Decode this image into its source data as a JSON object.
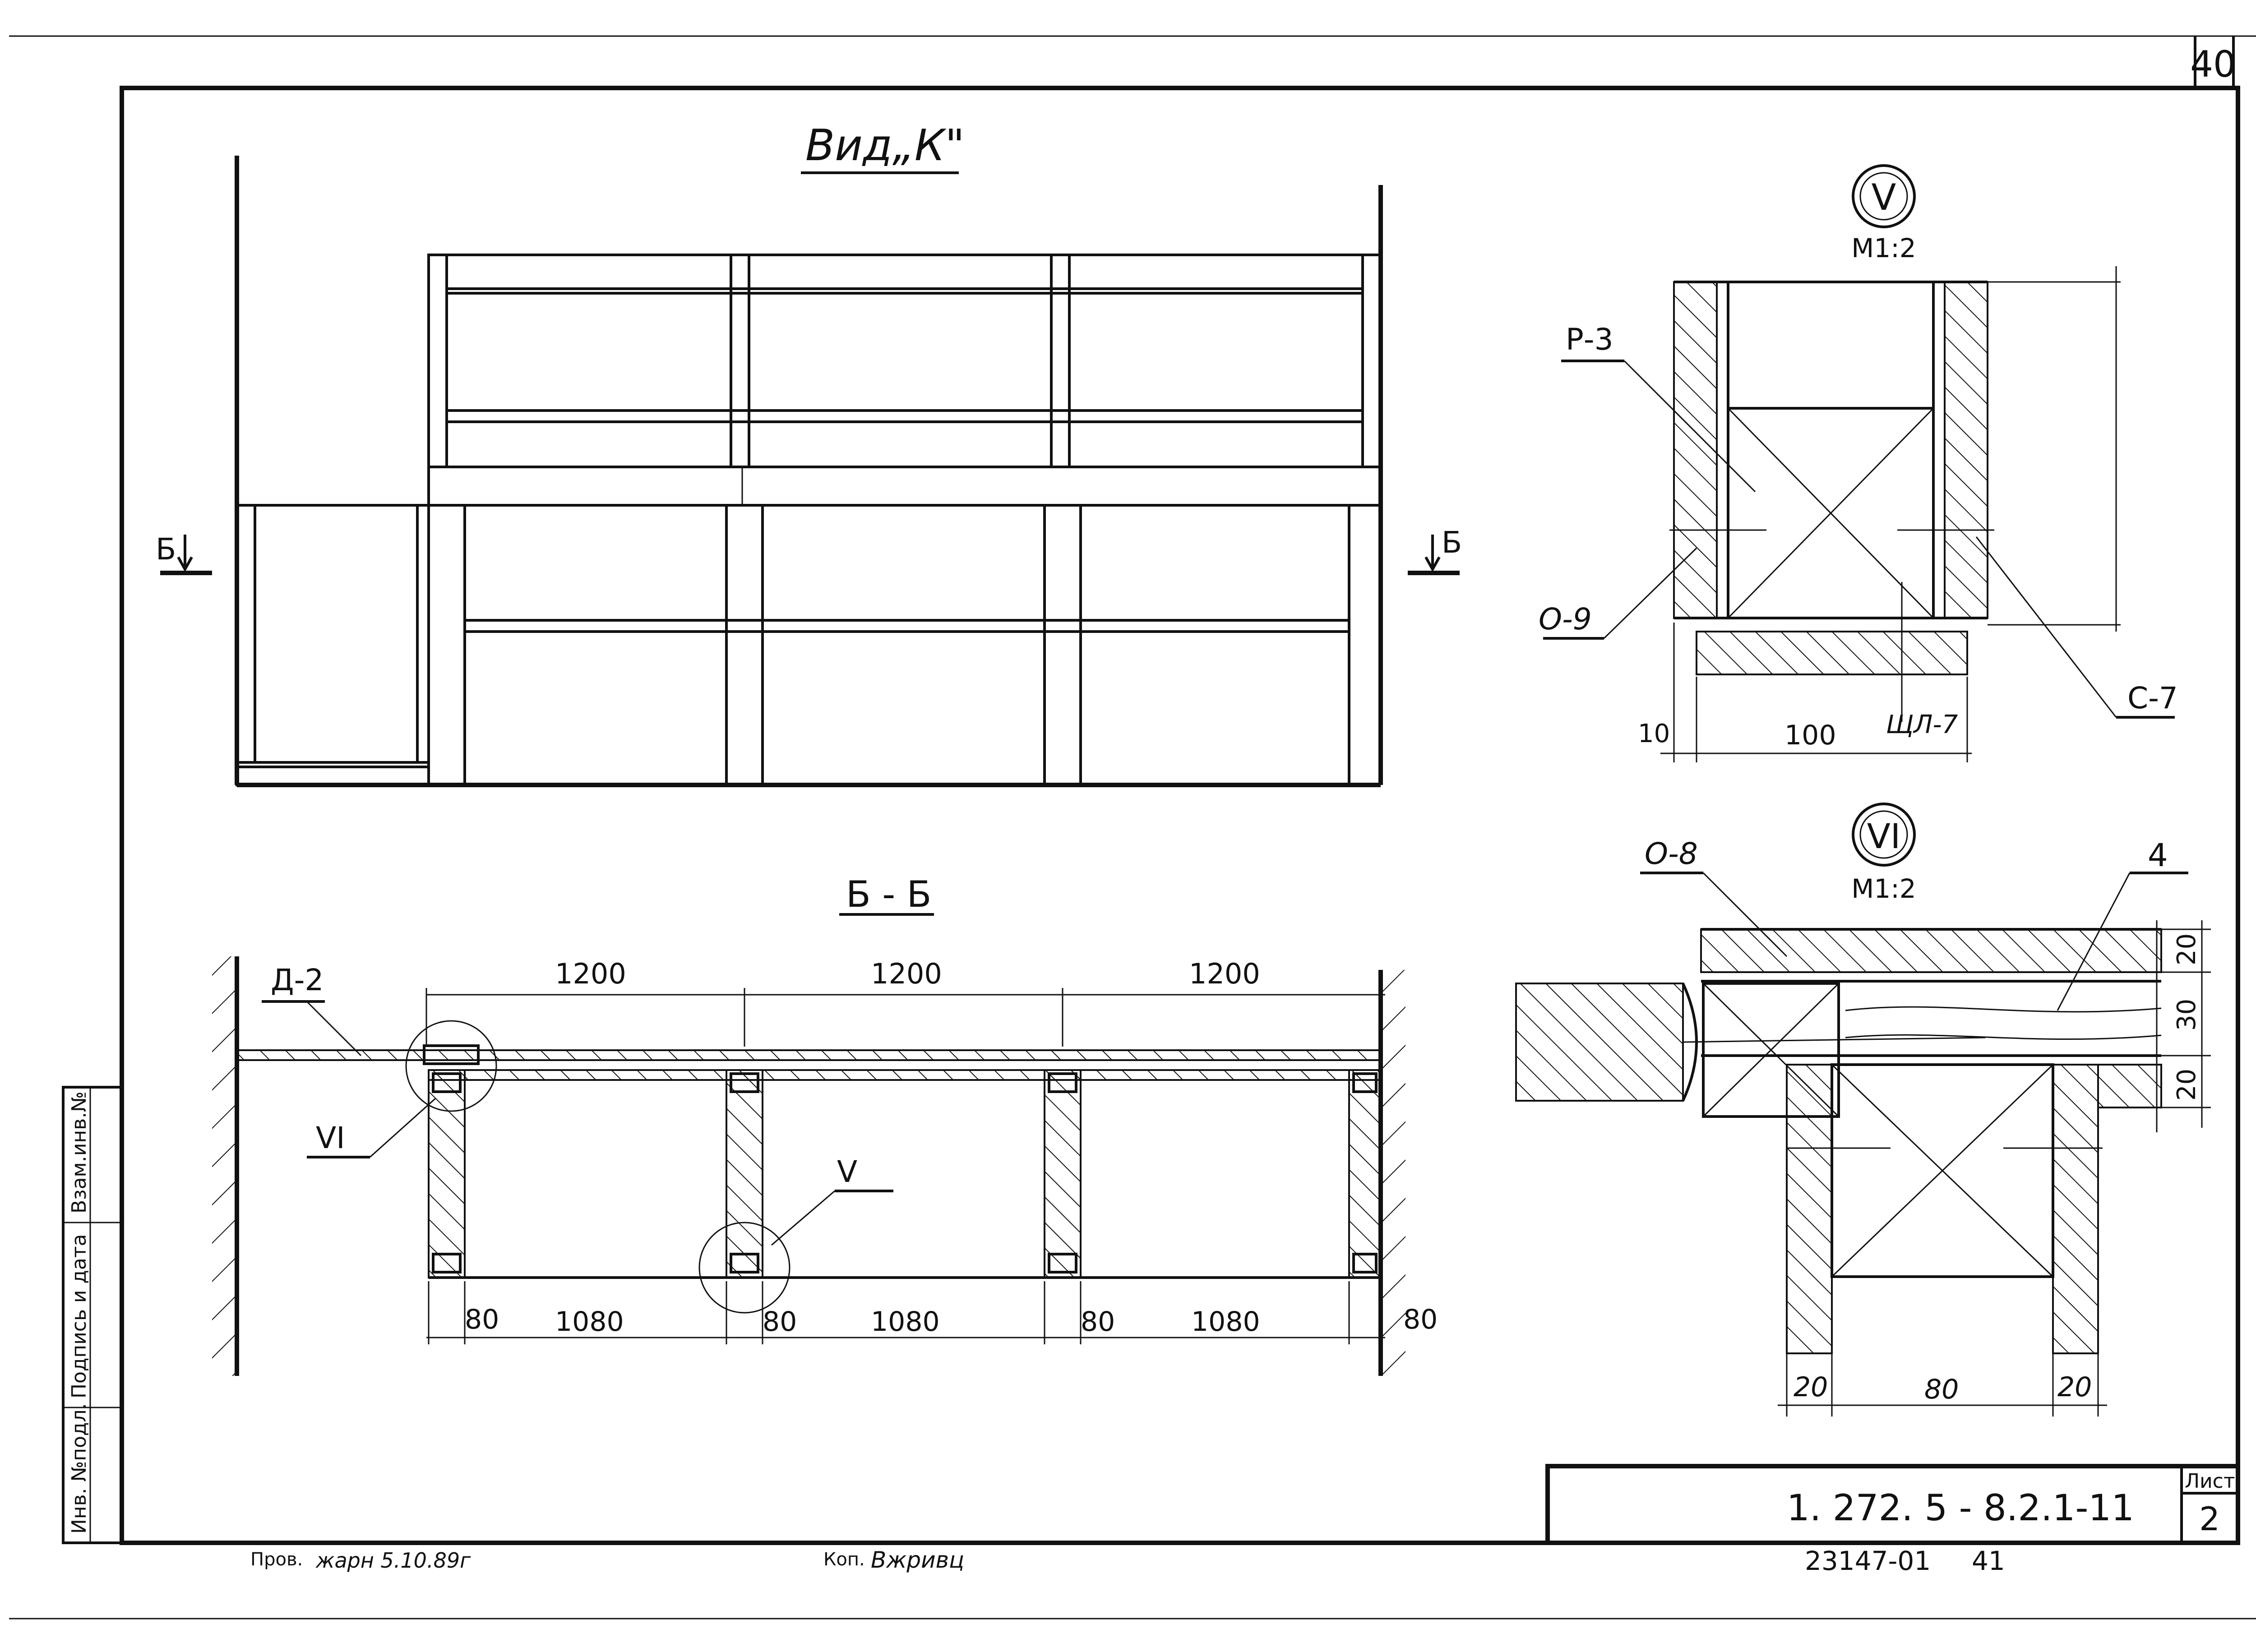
{
  "sheet": {
    "corner_number": "40",
    "stamp_code": "1. 272. 5 - 8.2.1-11",
    "list_label": "Лист",
    "list_number": "2",
    "archive_number": "23147-01",
    "archive_page": "41",
    "prov_label": "Пров.",
    "prov_signature": "жарн 5.10.89г",
    "kop_label": "Коп.",
    "kop_signature": "Вжривц",
    "side_columns": [
      "Инв. №подл.",
      "Подпись и дата",
      "Взам.инв.№"
    ]
  },
  "view_k": {
    "title": "Вид„К\"",
    "section_mark_left": "Б",
    "section_mark_right": "Б"
  },
  "section_bb": {
    "title": "Б - Б",
    "label_d2": "Д-2",
    "detail_vi": "VI",
    "detail_v": "V",
    "top_dims": [
      "1200",
      "1200",
      "1200"
    ],
    "bottom_dims": [
      "80",
      "1080",
      "80",
      "1080",
      "80",
      "1080",
      "80"
    ]
  },
  "detail_v": {
    "numeral": "V",
    "scale": "М1:2",
    "label_p3": "Р-3",
    "label_o9": "О-9",
    "label_c7": "С-7",
    "label_shl7": "ЩЛ-7",
    "dims": [
      "10",
      "100"
    ]
  },
  "detail_vi": {
    "numeral": "VI",
    "scale": "М1:2",
    "label_o8": "О-8",
    "label_4": "4",
    "right_dims": [
      "20",
      "30",
      "20"
    ],
    "bottom_dims": [
      "20",
      "80",
      "20"
    ]
  }
}
